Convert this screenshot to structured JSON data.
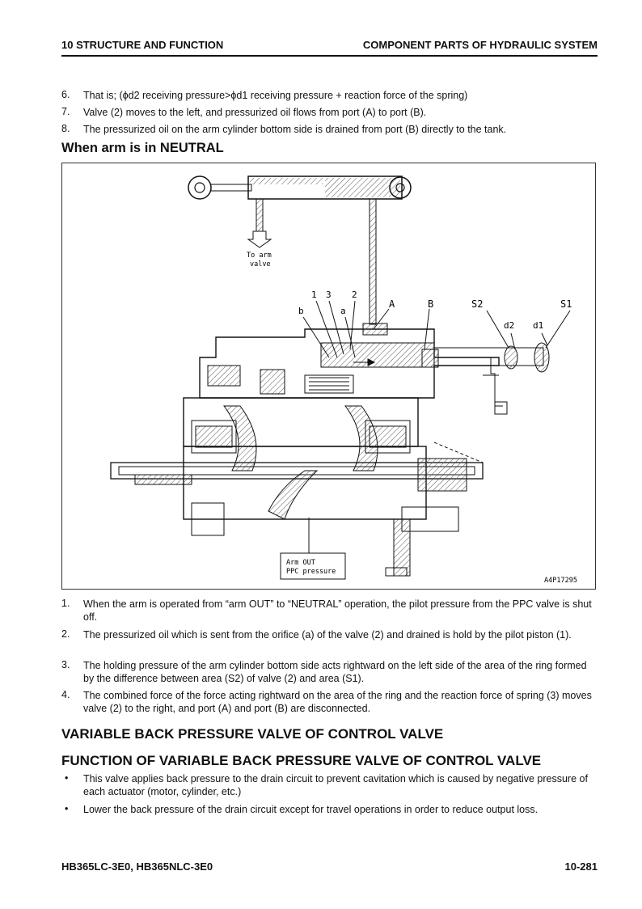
{
  "header": {
    "left": "10 STRUCTURE AND FUNCTION",
    "right": "COMPONENT PARTS OF HYDRAULIC SYSTEM"
  },
  "intro_steps": [
    {
      "num": "6.",
      "text": "That is; (ϕd2 receiving pressure>ϕd1 receiving pressure + reaction force of the spring)"
    },
    {
      "num": "7.",
      "text": "Valve (2) moves to the left, and pressurized oil flows from port (A) to port (B)."
    },
    {
      "num": "8.",
      "text": "The pressurized oil on the arm cylinder bottom side is drained from port (B) directly to the tank."
    }
  ],
  "section_title": "When arm is in NEUTRAL",
  "figure": {
    "to_arm_valve_line1": "To arm",
    "to_arm_valve_line2": "valve",
    "labels": {
      "n1": "1",
      "n3": "3",
      "n2": "2",
      "b": "b",
      "a": "a",
      "A": "A",
      "B": "B",
      "S2": "S2",
      "S1": "S1",
      "d2": "d2",
      "d1": "d1"
    },
    "ppc_line1": "Arm OUT",
    "ppc_line2": "PPC pressure",
    "code": "A4P17295"
  },
  "neutral_steps": [
    {
      "num": "1.",
      "text": "When the arm is operated from “arm OUT” to “NEUTRAL” operation, the pilot pressure from the PPC valve is shut off."
    },
    {
      "num": "2.",
      "text": "The pressurized oil which is sent from the orifice (a) of the valve (2) and drained is hold by the pilot piston (1)."
    },
    {
      "num": "3.",
      "text": "The holding pressure of the arm cylinder bottom side acts rightward on the left side of the area of the ring formed by the difference between area (S2) of valve (2) and area (S1)."
    },
    {
      "num": "4.",
      "text": "The combined force of the force acting rightward on the area of the ring and the reaction force of spring (3) moves valve (2) to the right, and port (A) and port (B) are disconnected."
    }
  ],
  "heading_1": "VARIABLE BACK PRESSURE VALVE OF CONTROL VALVE",
  "heading_2": "FUNCTION OF VARIABLE BACK PRESSURE VALVE OF CONTROL VALVE",
  "bullets": [
    "This valve applies back pressure to the drain circuit to prevent cavitation which is caused by negative pressure of each actuator (motor, cylinder, etc.)",
    "Lower the back pressure of the drain circuit except for travel operations in order to reduce output loss."
  ],
  "bullet_symbol": "•",
  "footer": {
    "model": "HB365LC-3E0, HB365NLC-3E0",
    "page": "10-281"
  }
}
